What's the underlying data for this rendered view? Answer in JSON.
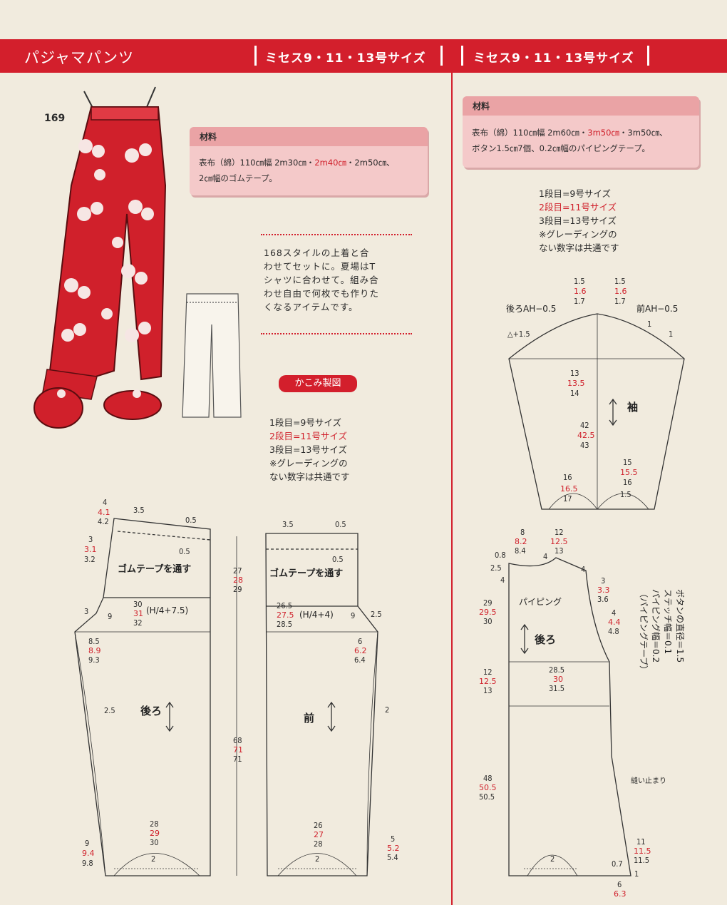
{
  "header": {
    "title": "パジャマパンツ",
    "size_left": "ミセス9・11・13号サイズ",
    "size_right": "ミセス9・11・13号サイズ"
  },
  "pants": {
    "figure_number": "169",
    "materials_title": "材料",
    "materials_line1_a": "表布（綿）110㎝幅 2m30㎝・",
    "materials_line1_b": "2m40㎝",
    "materials_line1_c": "・2m50㎝、",
    "materials_line2": "2㎝幅のゴムテープ。",
    "description": [
      "168スタイルの上着と合",
      "わせてセットに。夏場はT",
      "シャツに合わせて。組み合",
      "わせ自由で何枚でも作りた",
      "くなるアイテムです。"
    ],
    "kakomi_label": "かこみ製図",
    "grading": [
      "1段目=9号サイズ",
      "2段目=11号サイズ",
      "3段目=13号サイズ",
      "※グレーディングの",
      "ない数字は共通です"
    ]
  },
  "top": {
    "materials_title": "材料",
    "materials_line1_a": "表布（綿）110㎝幅 2m60㎝・",
    "materials_line1_b": "3m50㎝",
    "materials_line1_c": "・3m50㎝、",
    "materials_line2": "ボタン1.5㎝7個、0.2㎝幅のパイピングテープ。",
    "grading": [
      "1段目=9号サイズ",
      "2段目=11号サイズ",
      "3段目=13号サイズ",
      "※グレーディングの",
      "ない数字は共通です"
    ]
  },
  "diagram_labels": {
    "back_pants": "後ろ",
    "front_pants": "前",
    "elastic_back": "ゴムテープを通す",
    "elastic_front": "ゴムテープを通す",
    "formula_back": "(H/4+7.5)",
    "formula_front": "(H/4+4)",
    "sleeve": "袖",
    "back_ah": "後ろAH−0.5",
    "front_ah": "前AH−0.5",
    "back_body": "後ろ",
    "piping": "パイピング",
    "stop_sewing": "縫い止まり",
    "notes_col1": "ボタンの直径＝1.5",
    "notes_col2": "ステッチ幅＝0.1",
    "notes_col3": "パイピング幅＝0.2",
    "notes_col4": "（パイピングテープ）"
  },
  "colors": {
    "accent": "#d31f2c",
    "paper": "#f1ebde",
    "box": "#f4c9c9"
  }
}
